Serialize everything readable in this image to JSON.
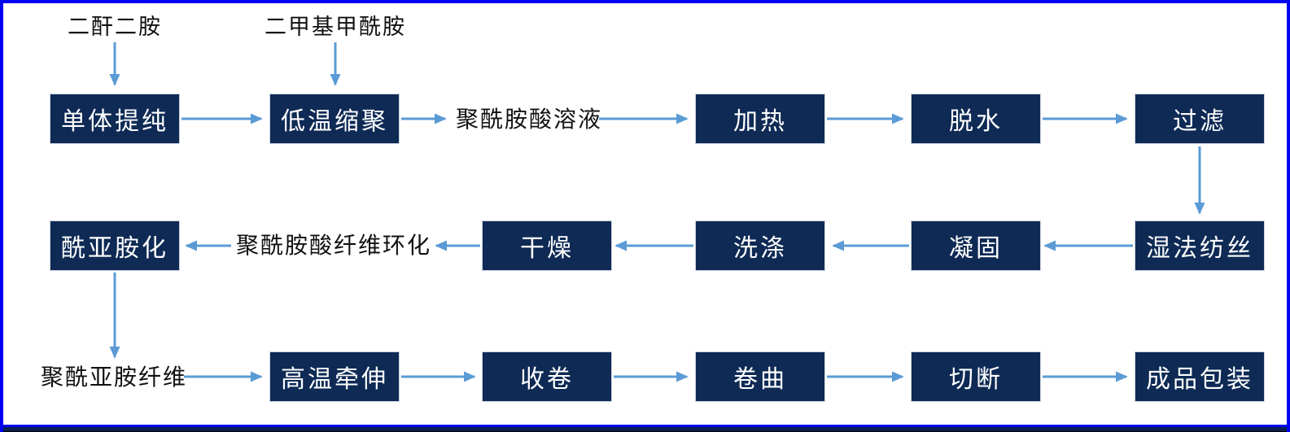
{
  "colors": {
    "box_fill": "#0e2a55",
    "box_border": "#ccd4e0",
    "box_text": "#ffffff",
    "arrow_blue": "#5b9bd5",
    "outer_border_blue": "#0101f2",
    "bottom_bar_navy": "#0a2150",
    "label_text": "#111111"
  },
  "flow": {
    "raw_material_labels": [
      "二酐二胺",
      "二甲基甲酰胺"
    ],
    "row1": {
      "steps": [
        "单体提纯",
        "低温缩聚",
        "加热",
        "脱水",
        "过滤"
      ],
      "intermediate_label": "聚酰胺酸溶液"
    },
    "row2": {
      "steps": [
        "湿法纺丝",
        "凝固",
        "洗涤",
        "干燥",
        "酰亚胺化"
      ],
      "intermediate_label": "聚酰胺酸纤维环化"
    },
    "row3": {
      "steps": [
        "高温牵伸",
        "收卷",
        "卷曲",
        "切断",
        "成品包装"
      ],
      "intermediate_label": "聚酰亚胺纤维"
    }
  }
}
